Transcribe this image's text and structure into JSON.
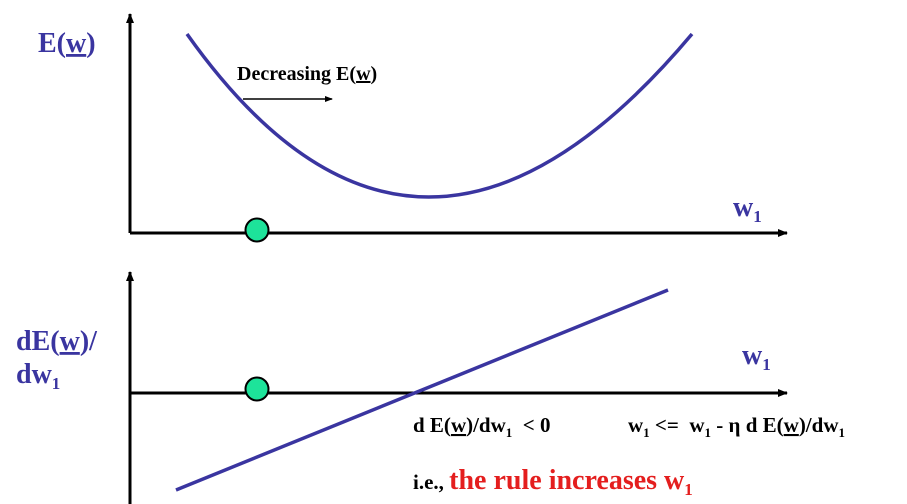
{
  "colors": {
    "curve": "#3a35a0",
    "axis": "#000000",
    "marker": "#1de39a",
    "label_blue": "#3a35a0",
    "highlight": "#e41e1e"
  },
  "top_plot": {
    "y_label": {
      "base": "E(",
      "underlined": "w",
      "tail": ")"
    },
    "x_label": {
      "base": "w",
      "sub": "1"
    },
    "annotation": {
      "base": "Decreasing E(",
      "underlined": "w",
      "tail": ")"
    },
    "marker_icon": "circle-marker"
  },
  "bottom_plot": {
    "y_label_line1": {
      "base": "dE(",
      "underlined": "w",
      "tail": ")/"
    },
    "y_label_line2": {
      "base": "dw",
      "sub": "1"
    },
    "x_label": {
      "base": "w",
      "sub": "1"
    },
    "marker_icon": "circle-marker"
  },
  "derivative_condition": {
    "p1": "d E(",
    "underlined": "w",
    "p2": ")/dw",
    "sub": "1",
    "p3": "  < 0"
  },
  "update_rule": {
    "w": "w",
    "sub1": "1",
    "assign": " <=  w",
    "sub2": "1",
    "minus": " - η d E(",
    "underlined": "w",
    "p2": ")/dw",
    "sub3": "1"
  },
  "conclusion": {
    "prefix": "i.e., ",
    "highlight": "the rule increases w",
    "sub": "1"
  }
}
